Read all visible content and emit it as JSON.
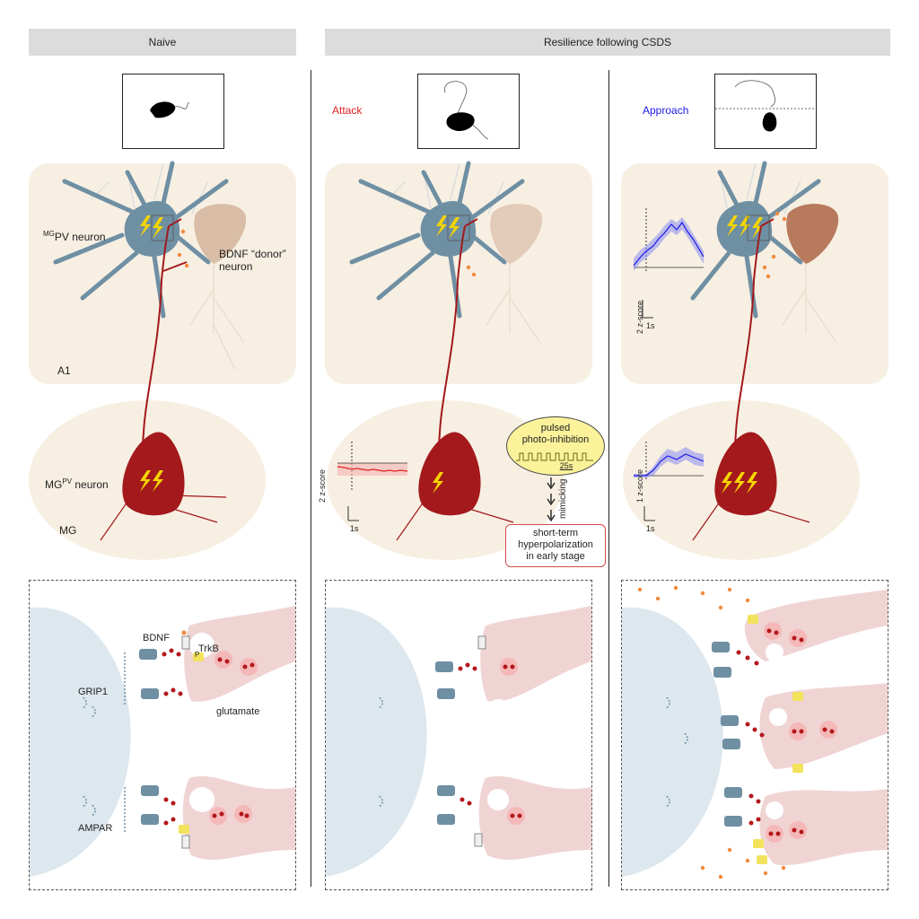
{
  "header": {
    "naive_title": "Naive",
    "resilience_title": "Resilience following CSDS"
  },
  "behaviors": {
    "attack": "Attack",
    "approach": "Approach"
  },
  "labels": {
    "mgpv_neuron_sup": "MG",
    "mgpv_neuron_main": "PV neuron",
    "bdnf_donor": "BDNF “donor” neuron",
    "a1": "A1",
    "mg_pv_main": "MG",
    "mg_pv_sup": "PV",
    "mg_pv_tail": " neuron",
    "mg": "MG"
  },
  "traces": {
    "attack_scale_y": "2 z-score",
    "attack_scale_x": "1s",
    "approach_a1_scale_y": "2 z-score",
    "approach_a1_scale_x": "1s",
    "approach_mg_scale_y": "1 z-score",
    "approach_mg_scale_x": "1s"
  },
  "protocol": {
    "line1": "pulsed",
    "line2": "photo-inhibition",
    "interval": "25s",
    "mimicking": "mimicking",
    "result_line1": "short-term",
    "result_line2": "hyperpolarization",
    "result_line3": "in early stage"
  },
  "synapse_labels": {
    "bdnf": "BDNF",
    "trkb": "TrkB",
    "grip1": "GRIP1",
    "glutamate": "glutamate",
    "ampar": "AMPAR",
    "phospho": "P"
  },
  "colors": {
    "neuron_blue": "#6f8fa3",
    "neuron_red": "#a3191c",
    "donor_light": "#d9bda6",
    "donor_dark": "#b87a5c",
    "panel": "#f7efe2",
    "attack_red": "#e02020",
    "approach_blue": "#1a1ae6",
    "banner": "#dcdcdc"
  }
}
